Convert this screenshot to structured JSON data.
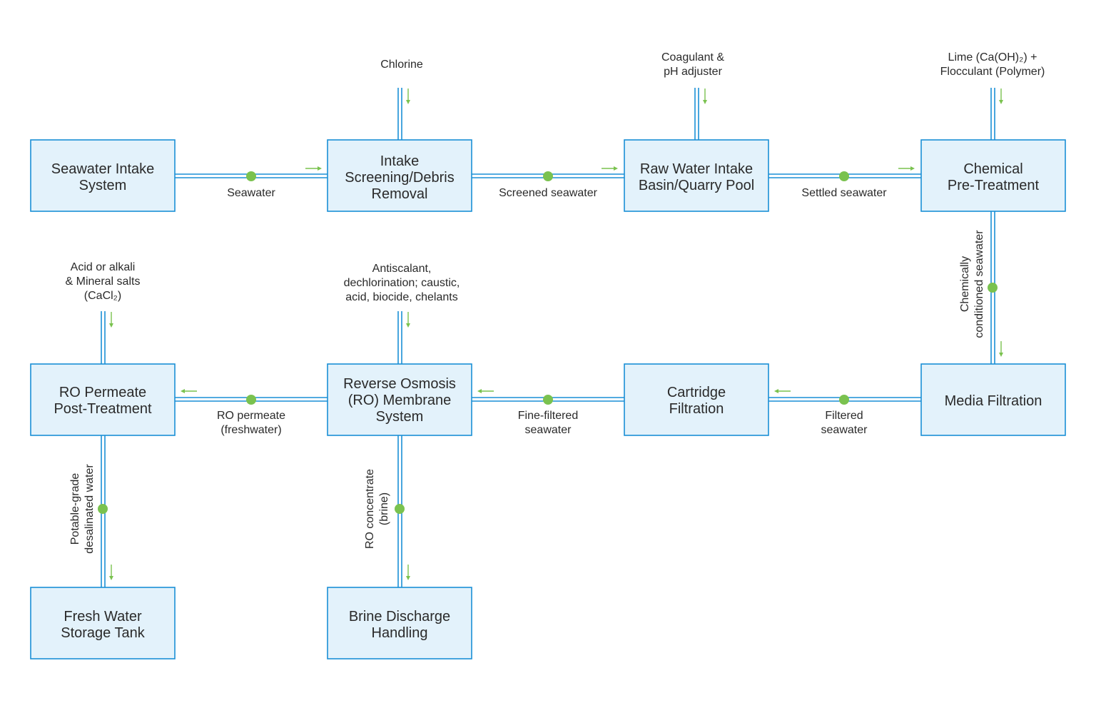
{
  "colors": {
    "box_fill": "#e3f2fb",
    "box_stroke": "#1a8fd6",
    "pipe": "#1a8fd6",
    "node": "#7ac24f",
    "arrow": "#7ac24f"
  },
  "boxes": [
    {
      "id": "seawater-intake-system",
      "lines": [
        "Seawater Intake",
        "System"
      ]
    },
    {
      "id": "intake-screening",
      "lines": [
        "Intake",
        "Screening/Debris",
        "Removal"
      ]
    },
    {
      "id": "raw-water-intake-basin",
      "lines": [
        "Raw Water Intake",
        "Basin/Quarry Pool"
      ]
    },
    {
      "id": "chemical-pre-treatment",
      "lines": [
        "Chemical",
        "Pre-Treatment"
      ]
    },
    {
      "id": "media-filtration",
      "lines": [
        "Media Filtration"
      ]
    },
    {
      "id": "cartridge-filtration",
      "lines": [
        "Cartridge",
        "Filtration"
      ]
    },
    {
      "id": "ro-membrane-system",
      "lines": [
        "Reverse Osmosis",
        "(RO) Membrane",
        "System"
      ]
    },
    {
      "id": "ro-permeate-post-treatment",
      "lines": [
        "RO Permeate",
        "Post-Treatment"
      ]
    },
    {
      "id": "fresh-water-storage-tank",
      "lines": [
        "Fresh Water",
        "Storage Tank"
      ]
    },
    {
      "id": "brine-discharge-handling",
      "lines": [
        "Brine Discharge",
        "Handling"
      ]
    }
  ],
  "flows": [
    {
      "id": "seawater",
      "lines": [
        "Seawater"
      ]
    },
    {
      "id": "screened-seawater",
      "lines": [
        "Screened seawater"
      ]
    },
    {
      "id": "settled-seawater",
      "lines": [
        "Settled seawater"
      ]
    },
    {
      "id": "chemically-conditioned-seawater",
      "lines": [
        "Chemically",
        "conditioned seawater"
      ]
    },
    {
      "id": "filtered-seawater",
      "lines": [
        "Filtered",
        "seawater"
      ]
    },
    {
      "id": "fine-filtered-seawater",
      "lines": [
        "Fine-filtered",
        "seawater"
      ]
    },
    {
      "id": "ro-permeate",
      "lines": [
        "RO permeate",
        "(freshwater)"
      ]
    },
    {
      "id": "potable-grade-water",
      "lines": [
        "Potable-grade",
        "desalinated water"
      ]
    },
    {
      "id": "ro-concentrate",
      "lines": [
        "RO concentrate",
        "(brine)"
      ]
    }
  ],
  "inputs": [
    {
      "id": "chlorine",
      "lines": [
        "Chlorine"
      ]
    },
    {
      "id": "coagulant",
      "lines": [
        "Coagulant &",
        "pH adjuster"
      ]
    },
    {
      "id": "lime-flocculant",
      "lines": [
        "Lime (Ca(OH)₂) +",
        "Flocculant (Polymer)"
      ]
    },
    {
      "id": "antiscalant",
      "lines": [
        "Antiscalant,",
        "dechlorination; caustic,",
        "acid, biocide, chelants"
      ]
    },
    {
      "id": "acid-alkali",
      "lines": [
        "Acid or alkali",
        "& Mineral salts",
        "(CaCl₂)"
      ]
    }
  ]
}
